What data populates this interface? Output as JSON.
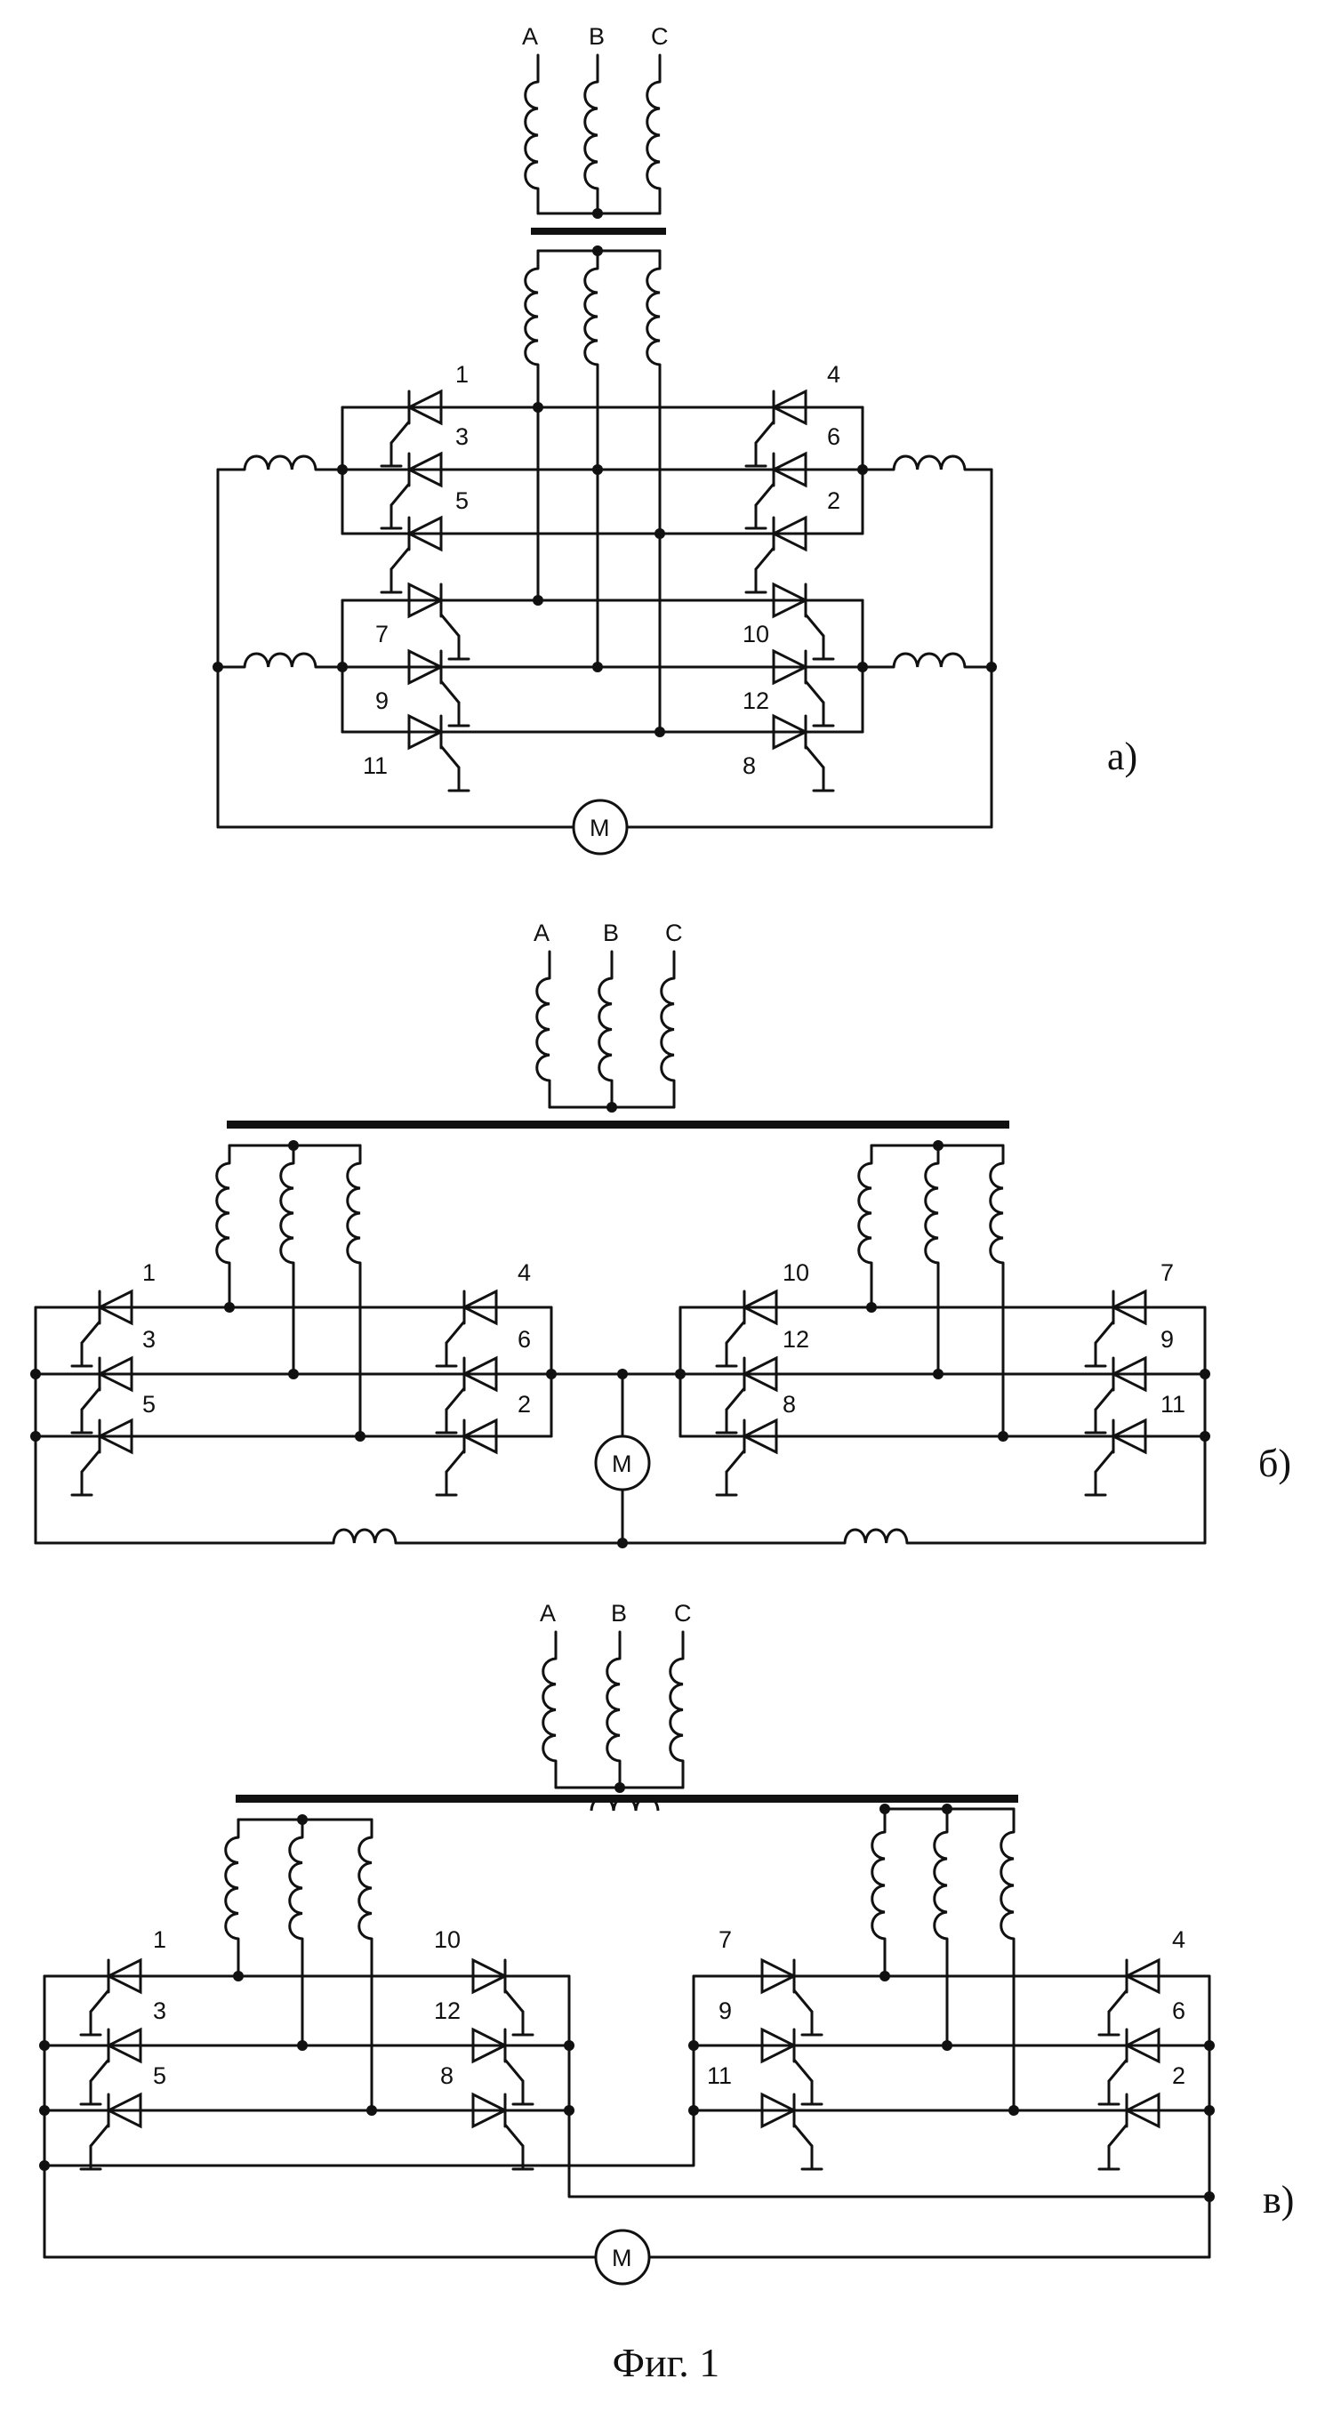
{
  "figure": {
    "caption": "Фиг. 1",
    "panels": [
      {
        "id": "a",
        "label": "а)",
        "phases": [
          "A",
          "B",
          "C"
        ],
        "motor_label": "M",
        "thyristors_left": [
          "1",
          "3",
          "5",
          "7",
          "9",
          "11"
        ],
        "thyristors_right": [
          "4",
          "6",
          "2",
          "10",
          "12",
          "8"
        ]
      },
      {
        "id": "b",
        "label": "б)",
        "phases": [
          "A",
          "B",
          "C"
        ],
        "motor_label": "M",
        "thyristors_left": [
          "1",
          "3",
          "5",
          "4",
          "6",
          "2"
        ],
        "thyristors_right": [
          "10",
          "12",
          "8",
          "7",
          "9",
          "11"
        ]
      },
      {
        "id": "c",
        "label": "в)",
        "phases": [
          "A",
          "B",
          "C"
        ],
        "motor_label": "M",
        "thyristors_left": [
          "1",
          "3",
          "5",
          "10",
          "12",
          "8"
        ],
        "thyristors_right": [
          "7",
          "9",
          "11",
          "4",
          "6",
          "2"
        ]
      }
    ]
  }
}
